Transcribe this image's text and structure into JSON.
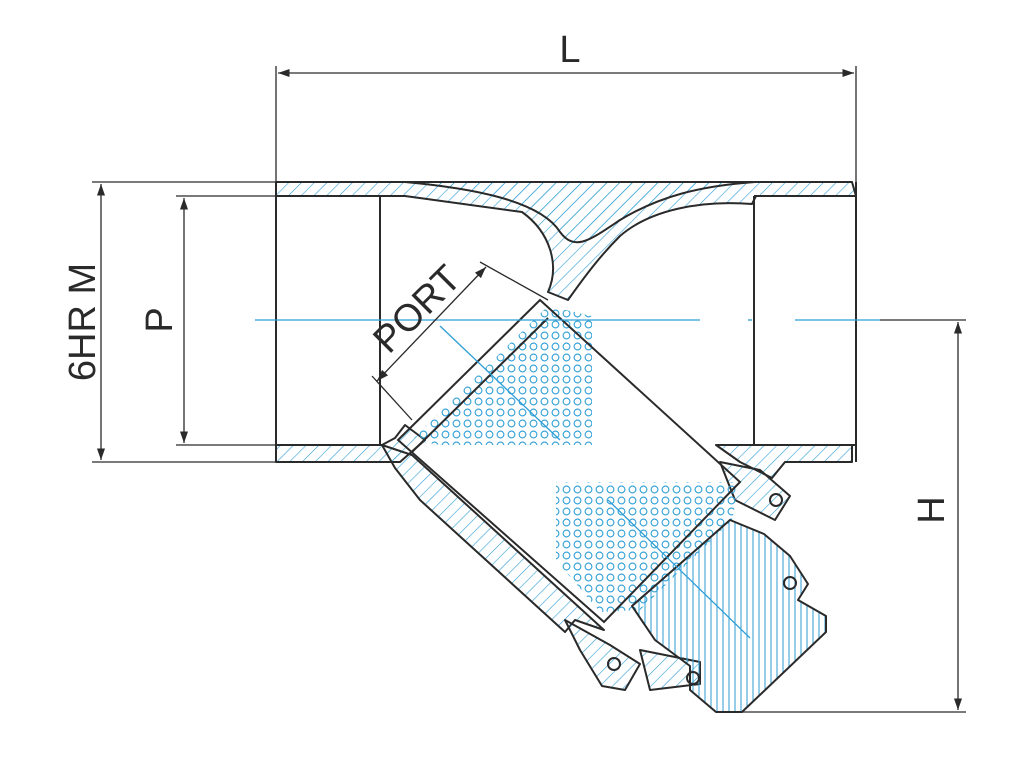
{
  "diagram": {
    "dimensions": {
      "length": "L",
      "thread": "6HR M",
      "port_diameter": "P",
      "screen_port": "PORT",
      "height": "H"
    },
    "colors": {
      "outline": "#2a2a2a",
      "hatch": "#2e9ed6",
      "centerline": "#2e9ed6"
    }
  }
}
